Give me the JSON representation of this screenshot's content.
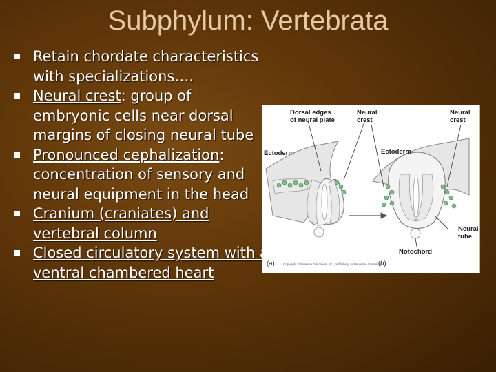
{
  "title": "Subphylum: Vertebrata",
  "bullets": [
    {
      "text": "Retain chordate characteristics with specializations…."
    },
    {
      "term": "Neural crest",
      "rest": ":  group of embryonic cells near dorsal margins of closing neural tube"
    },
    {
      "term": "Pronounced cephalization",
      "rest": ": concentration of sensory and neural equipment in the head"
    },
    {
      "underline_all": "Cranium (craniates) and vertebral column"
    },
    {
      "underline_all": "Closed circulatory system with a ventral chambered heart"
    }
  ],
  "figure": {
    "labels": {
      "dorsal_edges": [
        "Dorsal edges",
        "of neural plate"
      ],
      "neural_crest_a": [
        "Neural",
        "crest"
      ],
      "neural_crest_b": [
        "Neural",
        "crest"
      ],
      "ectoderm_a": "Ectoderm",
      "ectoderm_b": "Ectoderm",
      "neural_tube": [
        "Neural",
        "tube"
      ],
      "notochord": "Notochord",
      "panel_a": "(a)",
      "panel_b": "(b)",
      "copyright": "Copyright © Pearson Education, Inc., publishing as Benjamin Cummings."
    },
    "colors": {
      "crest_cells": "#7fbf8a",
      "tissue": "#d9d9d9",
      "arrow": "#555555"
    }
  }
}
